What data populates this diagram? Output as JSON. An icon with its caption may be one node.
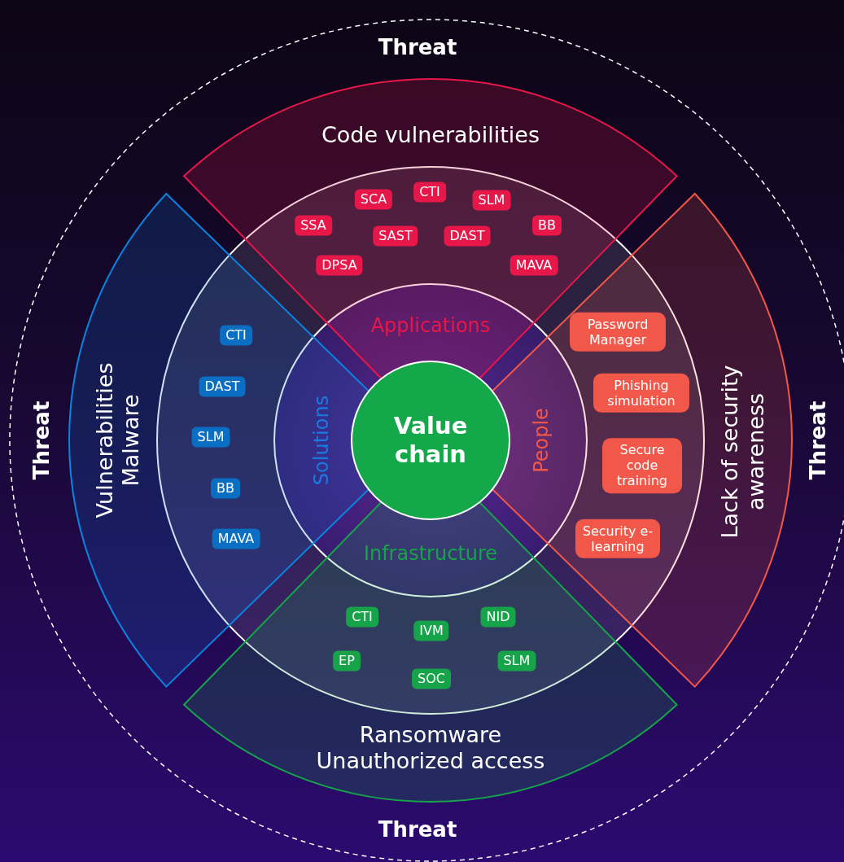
{
  "diagram": {
    "nodes": [
      {
        "text": [
          "Code vulnerabilities"
        ]
      },
      {
        "text": [
          "SCA"
        ],
        "in": 0
      },
      {
        "text": [
          "CTI"
        ],
        "in": 0
      },
      {
        "text": [
          "SLM"
        ],
        "in": 0
      },
      {
        "text": [
          "SSA"
        ],
        "in": 0
      },
      {
        "text": [
          "SAST"
        ],
        "in": 0
      },
      {
        "text": [
          "DAST"
        ],
        "in": 0
      },
      {
        "text": [
          "BB"
        ],
        "in": 0
      },
      {
        "text": [
          "DPSA"
        ],
        "in": 0
      },
      {
        "text": [
          "MAVA"
        ],
        "in": 0
      },
      {
        "text": [
          "Vulnerabilities Malware"
        ]
      },
      {
        "text": [
          "CTI"
        ],
        "in": 10
      },
      {
        "text": [
          "DAST"
        ],
        "in": 10
      },
      {
        "text": [
          "SLM"
        ],
        "in": 10
      },
      {
        "text": [
          "BB"
        ],
        "in": 10
      },
      {
        "text": [
          "MAVA"
        ],
        "in": 10
      },
      {
        "text": [
          "Lack of security awareness"
        ]
      },
      {
        "text": [
          "Password Manager"
        ],
        "in": 16
      },
      {
        "text": [
          "Phishing simulation"
        ],
        "in": 16
      },
      {
        "text": [
          "Secure code training"
        ],
        "in": 16
      },
      {
        "text": [
          "Security e-learning"
        ],
        "in": 16
      },
      {
        "text": [
          "Value chain"
        ]
      },
      {
        "text": [
          "Ransomware Unauthorized access"
        ]
      },
      {
        "text": [
          "CTI"
        ],
        "in": 22
      },
      {
        "text": [
          "IVM"
        ],
        "in": 22
      },
      {
        "text": [
          "NID"
        ],
        "in": 22
      },
      {
        "text": [
          "EP"
        ],
        "in": 22
      },
      {
        "text": [
          "SOC"
        ],
        "in": 22
      },
      {
        "text": [
          "SLM"
        ],
        "in": 22
      }
    ],
    "labels": [
      "Threat",
      "Applications",
      "Solutions",
      "People",
      "Threat",
      "Threat",
      "Infrastructure",
      "Threat"
    ]
  }
}
